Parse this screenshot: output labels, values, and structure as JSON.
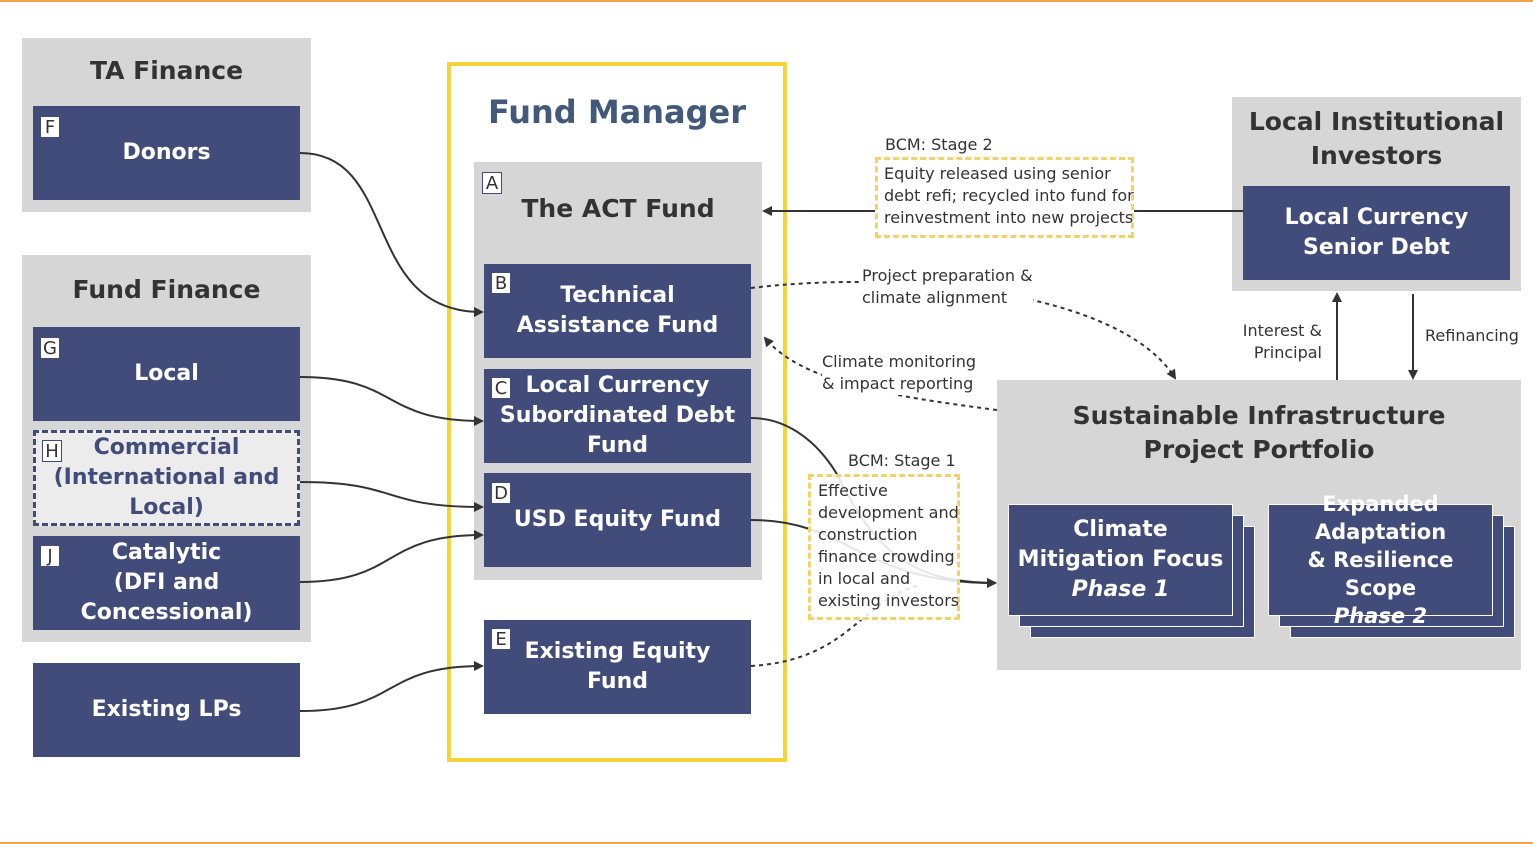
{
  "title": "Fund Manager",
  "fund": {
    "tag": "A",
    "name": "The ACT Fund"
  },
  "ta_finance": {
    "title": "TA Finance",
    "donors": {
      "tag": "F",
      "label": "Donors"
    }
  },
  "fund_finance": {
    "title": "Fund Finance",
    "local": {
      "tag": "G",
      "label": "Local"
    },
    "commercial": {
      "tag": "H",
      "lines": [
        "Commercial",
        "(International and Local)"
      ]
    },
    "catalytic": {
      "tag": "J",
      "lines": [
        "Catalytic",
        "(DFI and Concessional)"
      ]
    }
  },
  "existing_lps": "Existing LPs",
  "funds": {
    "ta": {
      "tag": "B",
      "lines": [
        "Technical",
        "Assistance Fund"
      ]
    },
    "subdebt": {
      "tag": "C",
      "lines": [
        "Local Currency",
        "Subordinated Debt Fund"
      ]
    },
    "usd": {
      "tag": "D",
      "label": "USD Equity Fund"
    },
    "existing": {
      "tag": "E",
      "lines": [
        "Existing Equity",
        "Fund"
      ]
    }
  },
  "local_investors": {
    "title_lines": [
      "Local Institutional",
      "Investors"
    ],
    "senior_debt_lines": [
      "Local Currency",
      "Senior Debt"
    ]
  },
  "portfolio": {
    "title_lines": [
      "Sustainable Infrastructure",
      "Project Portfolio"
    ],
    "phase1": [
      "Climate",
      "Mitigation Focus",
      "Phase 1"
    ],
    "phase2": [
      "Expanded Adaptation",
      "& Resilience Scope",
      "Phase 2"
    ]
  },
  "bcm2": {
    "label": "BCM: Stage 2",
    "lines": [
      "Equity released using senior",
      "debt refi; recycled into fund for",
      "reinvestment into new projects"
    ]
  },
  "bcm1": {
    "label": "BCM: Stage 1",
    "lines": [
      "Effective",
      "development and",
      "construction",
      "finance crowding",
      "in local and",
      "existing investors"
    ]
  },
  "flows": {
    "project_prep": [
      "Project preparation &",
      "climate alignment"
    ],
    "climate_monitoring": [
      "Climate monitoring",
      "& impact reporting"
    ],
    "interest": [
      "Interest &",
      "Principal"
    ],
    "refinancing": "Refinancing"
  },
  "colors": {
    "navy": "#424c7b",
    "gray": "#d6d6d6",
    "yellow": "#f5d33c",
    "orange_rule": "#f0a24a",
    "title_blue": "#43597a"
  }
}
